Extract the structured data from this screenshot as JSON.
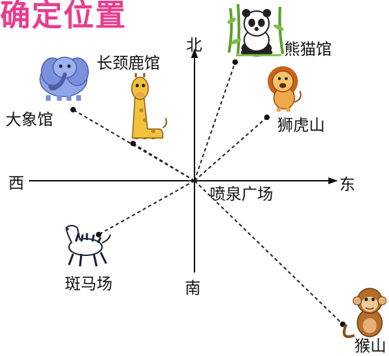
{
  "title": "确定位置",
  "directions": {
    "north": "北",
    "south": "南",
    "east": "东",
    "west": "西"
  },
  "center": "喷泉广场",
  "locations": [
    {
      "id": "panda",
      "label": "熊猫馆",
      "icon": "panda-icon"
    },
    {
      "id": "giraffe",
      "label": "长颈鹿馆",
      "icon": "giraffe-icon"
    },
    {
      "id": "elephant",
      "label": "大象馆",
      "icon": "elephant-icon"
    },
    {
      "id": "lion",
      "label": "狮虎山",
      "icon": "lion-icon"
    },
    {
      "id": "zebra",
      "label": "斑马场",
      "icon": "zebra-icon"
    },
    {
      "id": "monkey",
      "label": "猴山",
      "icon": "monkey-icon"
    }
  ],
  "colors": {
    "title": "#e83d8d",
    "axis": "#111111",
    "route": "#222222"
  }
}
